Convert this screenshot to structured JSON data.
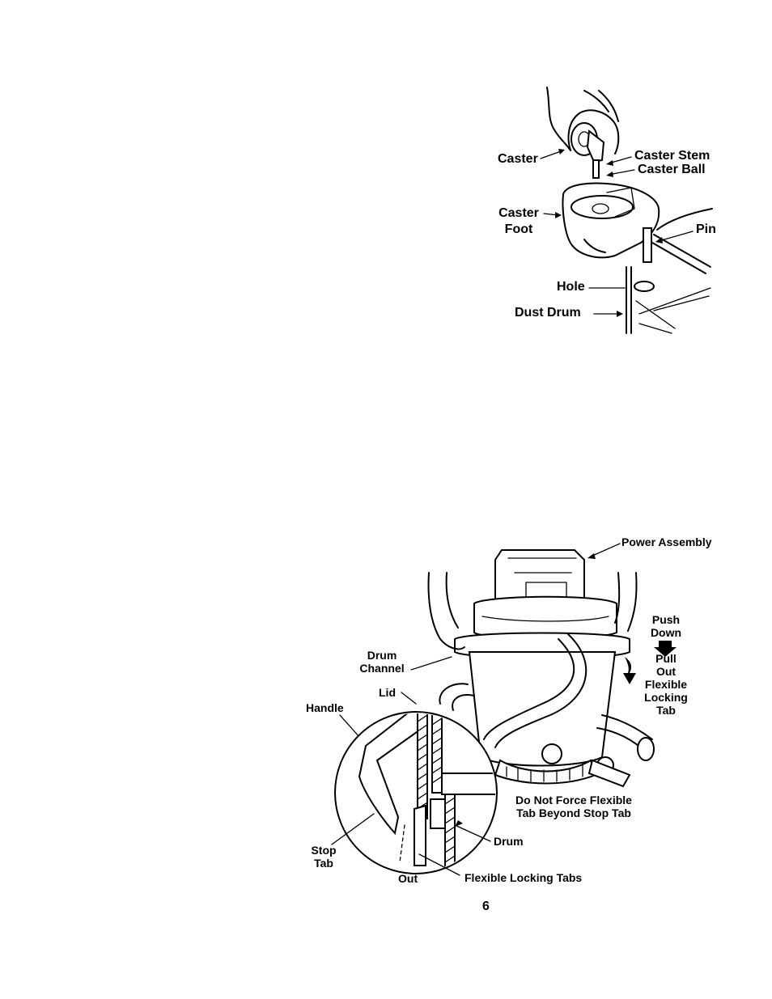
{
  "caster_figure": {
    "labels": {
      "caster": "Caster",
      "caster_stem": "Caster Stem",
      "caster_ball": "Caster Ball",
      "caster_foot_line1": "Caster",
      "caster_foot_line2": "Foot",
      "pin": "Pin",
      "hole": "Hole",
      "dust_drum": "Dust Drum"
    }
  },
  "vacuum_figure": {
    "labels": {
      "power_assembly": "Power Assembly",
      "push_down_line1": "Push",
      "push_down_line2": "Down",
      "pull_line1": "Pull",
      "pull_line2": "Out",
      "pull_line3": "Flexible",
      "pull_line4": "Locking",
      "pull_line5": "Tab",
      "drum_channel_line1": "Drum",
      "drum_channel_line2": "Channel",
      "lid": "Lid",
      "handle": "Handle",
      "warning_line1": "Do Not Force Flexible",
      "warning_line2": "Tab Beyond Stop Tab",
      "drum": "Drum",
      "stop_tab_line1": "Stop",
      "stop_tab_line2": "Tab",
      "out": "Out",
      "flexible_locking_tabs": "Flexible Locking Tabs"
    }
  },
  "footer": {
    "page_number": "6"
  }
}
